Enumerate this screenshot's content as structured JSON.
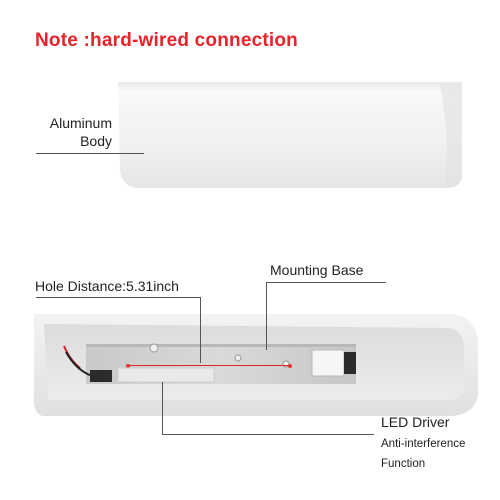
{
  "note": "Note :hard-wired connection",
  "labels": {
    "aluminum_line1": "Aluminum",
    "aluminum_line2": "Body",
    "hole_distance": "Hole Distance:5.31inch",
    "mounting_base": "Mounting Base",
    "led_driver": "LED Driver",
    "anti_interference": "Anti-interference",
    "function": "Function"
  },
  "colors": {
    "note": "#e8232a",
    "body": "#efefef",
    "leader": "#555555",
    "hole_marker": "#d62828"
  }
}
